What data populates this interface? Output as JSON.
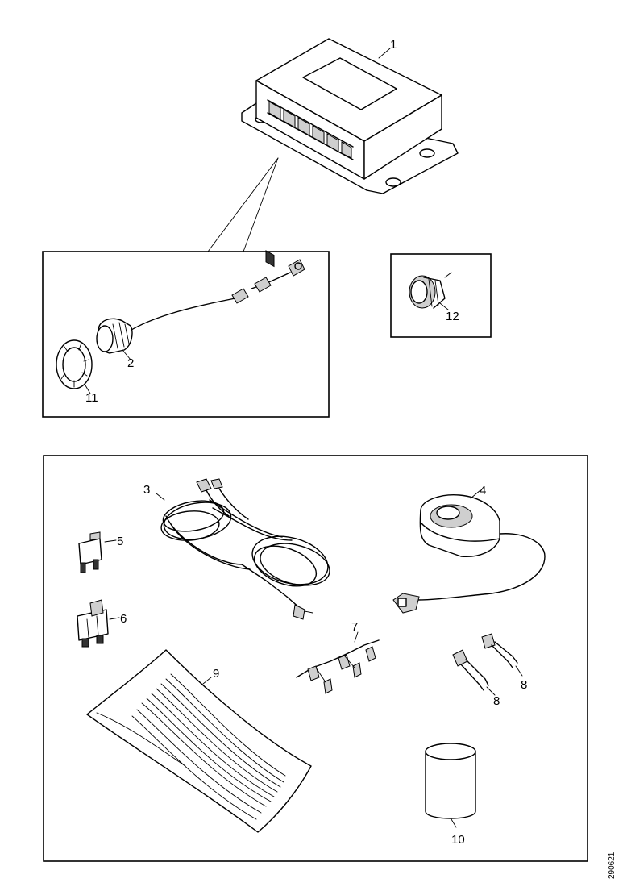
{
  "callouts": {
    "c1": "1",
    "c2": "2",
    "c3": "3",
    "c4": "4",
    "c5": "5",
    "c6": "6",
    "c7": "7",
    "c8a": "8",
    "c8b": "8",
    "c9": "9",
    "c10": "10",
    "c11": "11",
    "c12": "12"
  },
  "document_id": "290621"
}
